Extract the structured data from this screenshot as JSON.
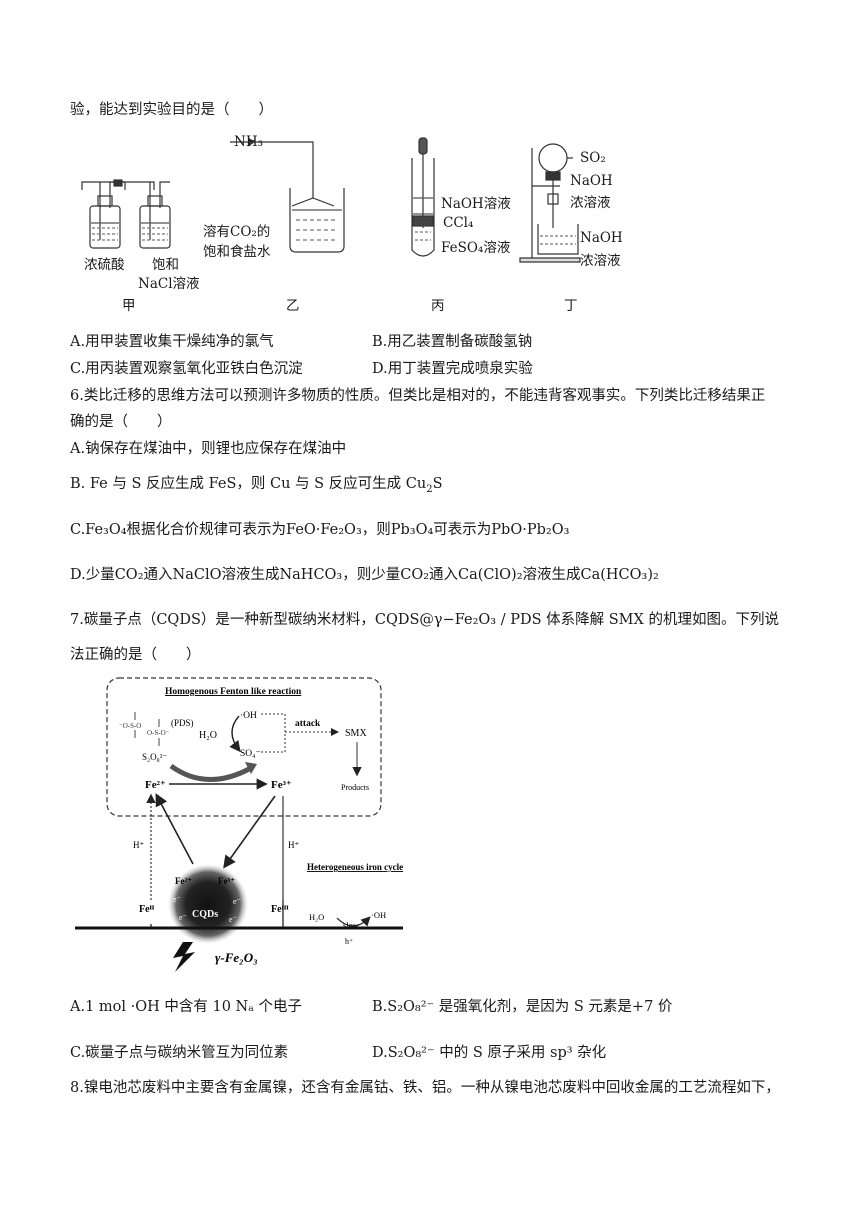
{
  "q5": {
    "stem_tail": "验，能达到实验目的是（　　）",
    "apparatus": {
      "jia": {
        "caption": "甲",
        "left_label": "浓硫酸",
        "right_label_1": "饱和",
        "right_label_2": "NaCl溶液"
      },
      "yi": {
        "caption": "乙",
        "gas": "NH₃",
        "label_1": "溶有CO₂的",
        "label_2": "饱和食盐水"
      },
      "bing": {
        "caption": "丙",
        "label_1": "NaOH溶液",
        "label_2": "CCl₄",
        "label_3": "FeSO₄溶液"
      },
      "ding": {
        "caption": "丁",
        "label_1": "SO₂",
        "label_2": "NaOH",
        "label_3": "浓溶液",
        "label_4": "NaOH",
        "label_5": "浓溶液"
      }
    },
    "options": {
      "A": "A.用甲装置收集干燥纯净的氯气",
      "B": "B.用乙装置制备碳酸氢钠",
      "C": "C.用丙装置观察氢氧化亚铁白色沉淀",
      "D": "D.用丁装置完成喷泉实验"
    }
  },
  "q6": {
    "stem_1": "6.类比迁移的思维方法可以预测许多物质的性质。但类比是相对的，不能违背客观事实。下列类比迁移结果正",
    "stem_2": "确的是（　　）",
    "A": "A.钠保存在煤油中，则锂也应保存在煤油中",
    "B": {
      "p1": "B. Fe 与 S 反应生成 FeS，则 Cu 与 S 反应可生成 Cu",
      "sub": "2",
      "p2": "S"
    },
    "C": "C.Fe₃O₄根据化合价规律可表示为FeO·Fe₂O₃，则Pb₃O₄可表示为PbO·Pb₂O₃",
    "D": "D.少量CO₂通入NaClO溶液生成NaHCO₃，则少量CO₂通入Ca(ClO)₂溶液生成Ca(HCO₃)₂"
  },
  "q7": {
    "stem_1": "7.碳量子点（CQDS）是一种新型碳纳米材料，CQDS@γ−Fe₂O₃ / PDS 体系降解 SMX 的机理如图。下列说",
    "stem_2": "法正确的是（　　）",
    "diagram": {
      "box_title": "Homogenous Fenton like reaction",
      "pds": "(PDS)",
      "s2o8": "S₂O₈²⁻",
      "oh": "·OH",
      "h2o": "H₂O",
      "so4": "SO₄⁻",
      "attack": "attack",
      "smx": "SMX",
      "products": "Products",
      "fe2": "Fe²⁺",
      "fe3": "Fe³⁺",
      "hplus_left": "H⁺",
      "hplus_right": "H⁺",
      "hetero": "Heterogeneous iron cycle",
      "inner_fe2": "Fe²⁺",
      "inner_fe3": "Fe³⁺",
      "cqds": "CQDs",
      "fe_ii": "Feᴵᴵ",
      "fe_iii": "Feᴵᴵᴵ",
      "h2o_b": "H₂O",
      "slow": "slow",
      "oh_b": "·OH",
      "h_plus_b": "h⁺",
      "gamma": "γ-Fe₂O₃",
      "electron": "e⁻"
    },
    "A": "A.1 mol ·OH 中含有 10 Nₐ 个电子",
    "B": "B.S₂O₈²⁻ 是强氧化剂，是因为 S 元素是+7 价",
    "C": "C.碳量子点与碳纳米管互为同位素",
    "D": "D.S₂O₈²⁻ 中的 S 原子采用 sp³ 杂化"
  },
  "q8": {
    "stem_1": "8.镍电池芯废料中主要含有金属镍，还含有金属钴、铁、铝。一种从镍电池芯废料中回收金属的工艺流程如下，"
  }
}
